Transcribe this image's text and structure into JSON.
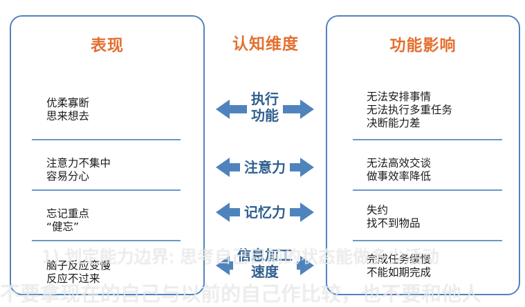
{
  "headers": {
    "left": "表现",
    "center": "认知维度",
    "right": "功能影响"
  },
  "rows": [
    {
      "left": [
        "优柔寡断",
        "思来想去"
      ],
      "center": [
        "执行",
        "功能"
      ],
      "right": [
        "无法安排事情",
        "无法执行多重任务",
        "决断能力差"
      ]
    },
    {
      "left": [
        "注意力不集中",
        "容易分心"
      ],
      "center": [
        "注意力"
      ],
      "right": [
        "无法高效交谈",
        "做事效率降低"
      ]
    },
    {
      "left": [
        "忘记重点",
        "“健忘”"
      ],
      "center": [
        "记忆力"
      ],
      "right": [
        "失约",
        "找不到物品"
      ]
    },
    {
      "left": [
        "脑子反应变慢",
        "反应不过来"
      ],
      "center": [
        "信息加工",
        "速度"
      ],
      "right": [
        "完成任务缓慢",
        "不能如期完成"
      ]
    }
  ],
  "overlay_text": [
    "1) 划定能力边界: 思考自己目前的状态能做多少活动",
    "不要拿现在的自己与以前的自己作比较，也不要和他人"
  ],
  "colors": {
    "border": "#4f83bd",
    "title": "#e46f2f",
    "arrow": "#4f83bd",
    "arrow_label": "#2f5f8f"
  }
}
